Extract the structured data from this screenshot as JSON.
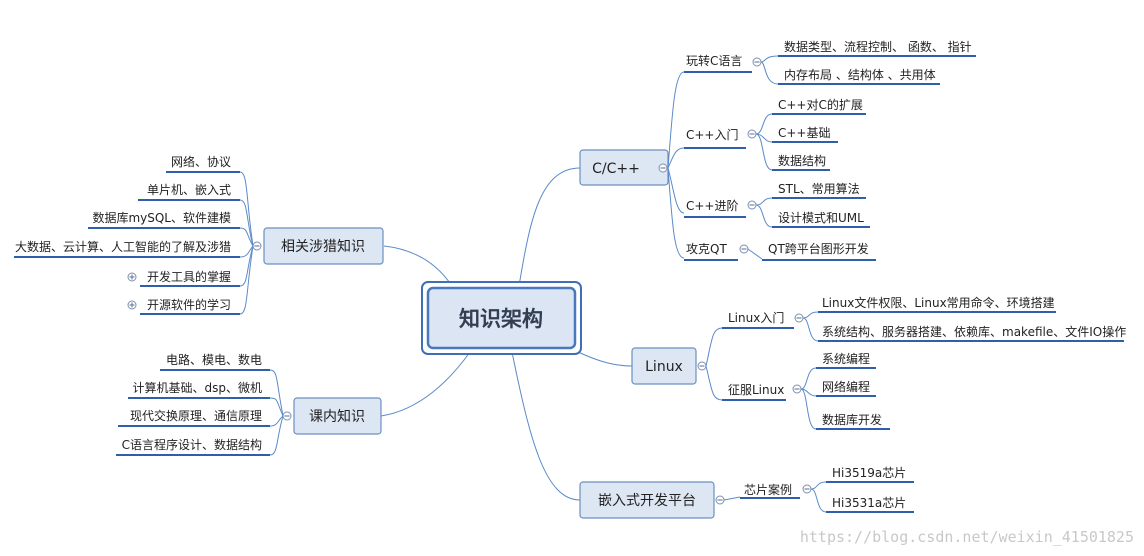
{
  "root": {
    "label": "知识架构"
  },
  "branches": {
    "cpp": {
      "label": "C/C++",
      "topics": {
        "c_lang": {
          "label": "玩转C语言",
          "items": [
            "数据类型、流程控制、 函数、 指针",
            "内存布局 、结构体 、共用体"
          ]
        },
        "cpp_intro": {
          "label": "C++入门",
          "items": [
            "C++对C的扩展",
            "C++基础",
            "数据结构"
          ]
        },
        "cpp_adv": {
          "label": "C++进阶",
          "items": [
            "STL、常用算法",
            "设计模式和UML"
          ]
        },
        "qt": {
          "label": "攻克QT",
          "items": [
            "QT跨平台图形开发"
          ]
        }
      }
    },
    "linux": {
      "label": "Linux",
      "topics": {
        "linux_intro": {
          "label": "Linux入门",
          "items": [
            "Linux文件权限、Linux常用命令、环境搭建",
            "系统结构、服务器搭建、依赖库、makefile、文件IO操作"
          ]
        },
        "linux_master": {
          "label": "征服Linux",
          "items": [
            "系统编程",
            "网络编程",
            "数据库开发"
          ]
        }
      }
    },
    "embedded": {
      "label": "嵌入式开发平台",
      "topics": {
        "chip": {
          "label": "芯片案例",
          "items": [
            "Hi3519a芯片",
            "Hi3531a芯片"
          ]
        }
      }
    },
    "related": {
      "label": "相关涉猎知识",
      "items": [
        "网络、协议",
        "单片机、嵌入式",
        "数据库mySQL、软件建模",
        "大数据、云计算、人工智能的了解及涉猎",
        "开发工具的掌握",
        "开源软件的学习"
      ]
    },
    "course": {
      "label": "课内知识",
      "items": [
        "电路、模电、数电",
        "计算机基础、dsp、微机",
        "现代交换原理、通信原理",
        "C语言程序设计、数据结构"
      ]
    }
  },
  "watermark": "https://blog.csdn.net/weixin_41501825",
  "colors": {
    "connector": "#5b8ac8",
    "underline": "#2f5fa8",
    "box_fill": "#dde6f3",
    "root_fill": "#dbe5f3"
  }
}
